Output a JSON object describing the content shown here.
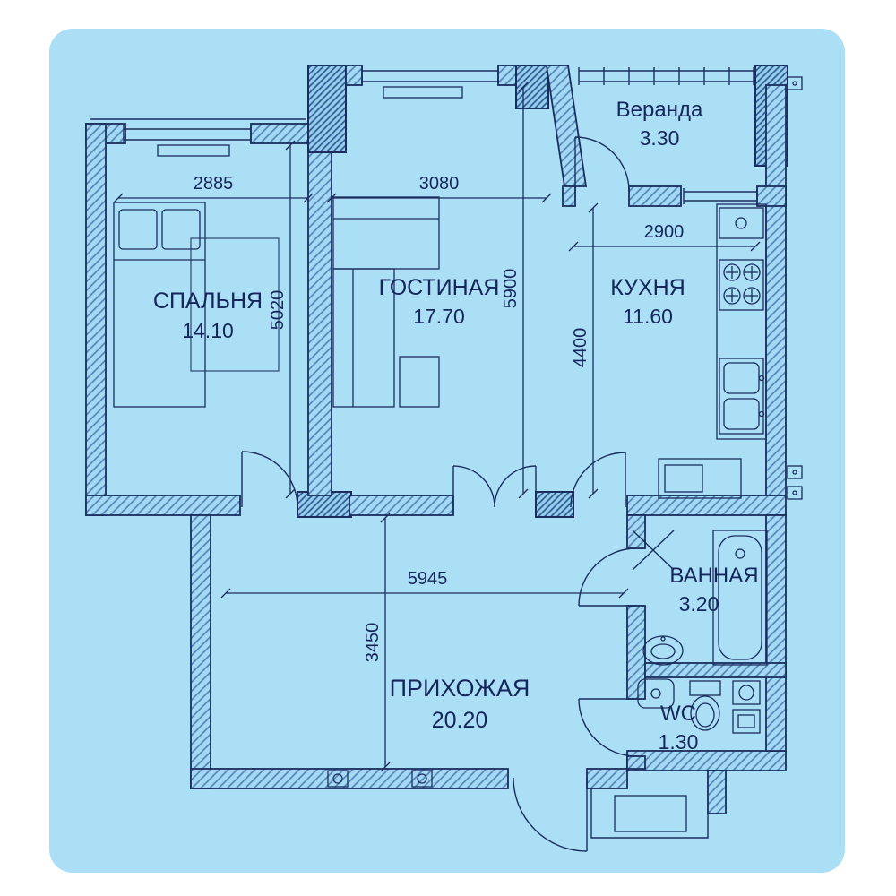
{
  "plan": {
    "rooms": {
      "bedroom": {
        "name": "СПАЛЬНЯ",
        "area": "14.10"
      },
      "living": {
        "name": "ГОСТИНАЯ",
        "area": "17.70"
      },
      "veranda": {
        "name": "Веранда",
        "area": "3.30"
      },
      "kitchen": {
        "name": "КУХНЯ",
        "area": "11.60"
      },
      "bathroom": {
        "name": "ВАННАЯ",
        "area": "3.20"
      },
      "wc": {
        "name": "WC",
        "area": "1.30"
      },
      "hallway": {
        "name": "ПРИХОЖАЯ",
        "area": "20.20"
      }
    },
    "dims": {
      "bedroom_width": "2885",
      "living_width": "3080",
      "kitchen_width": "2900",
      "bedroom_depth": "5020",
      "living_depth": "5900",
      "kitchen_depth": "4400",
      "hallway_width": "5945",
      "hallway_depth": "3450"
    },
    "colors": {
      "panel": "#abdff6",
      "line": "#1a2d5e",
      "hatch": "#4f7fb8"
    }
  }
}
